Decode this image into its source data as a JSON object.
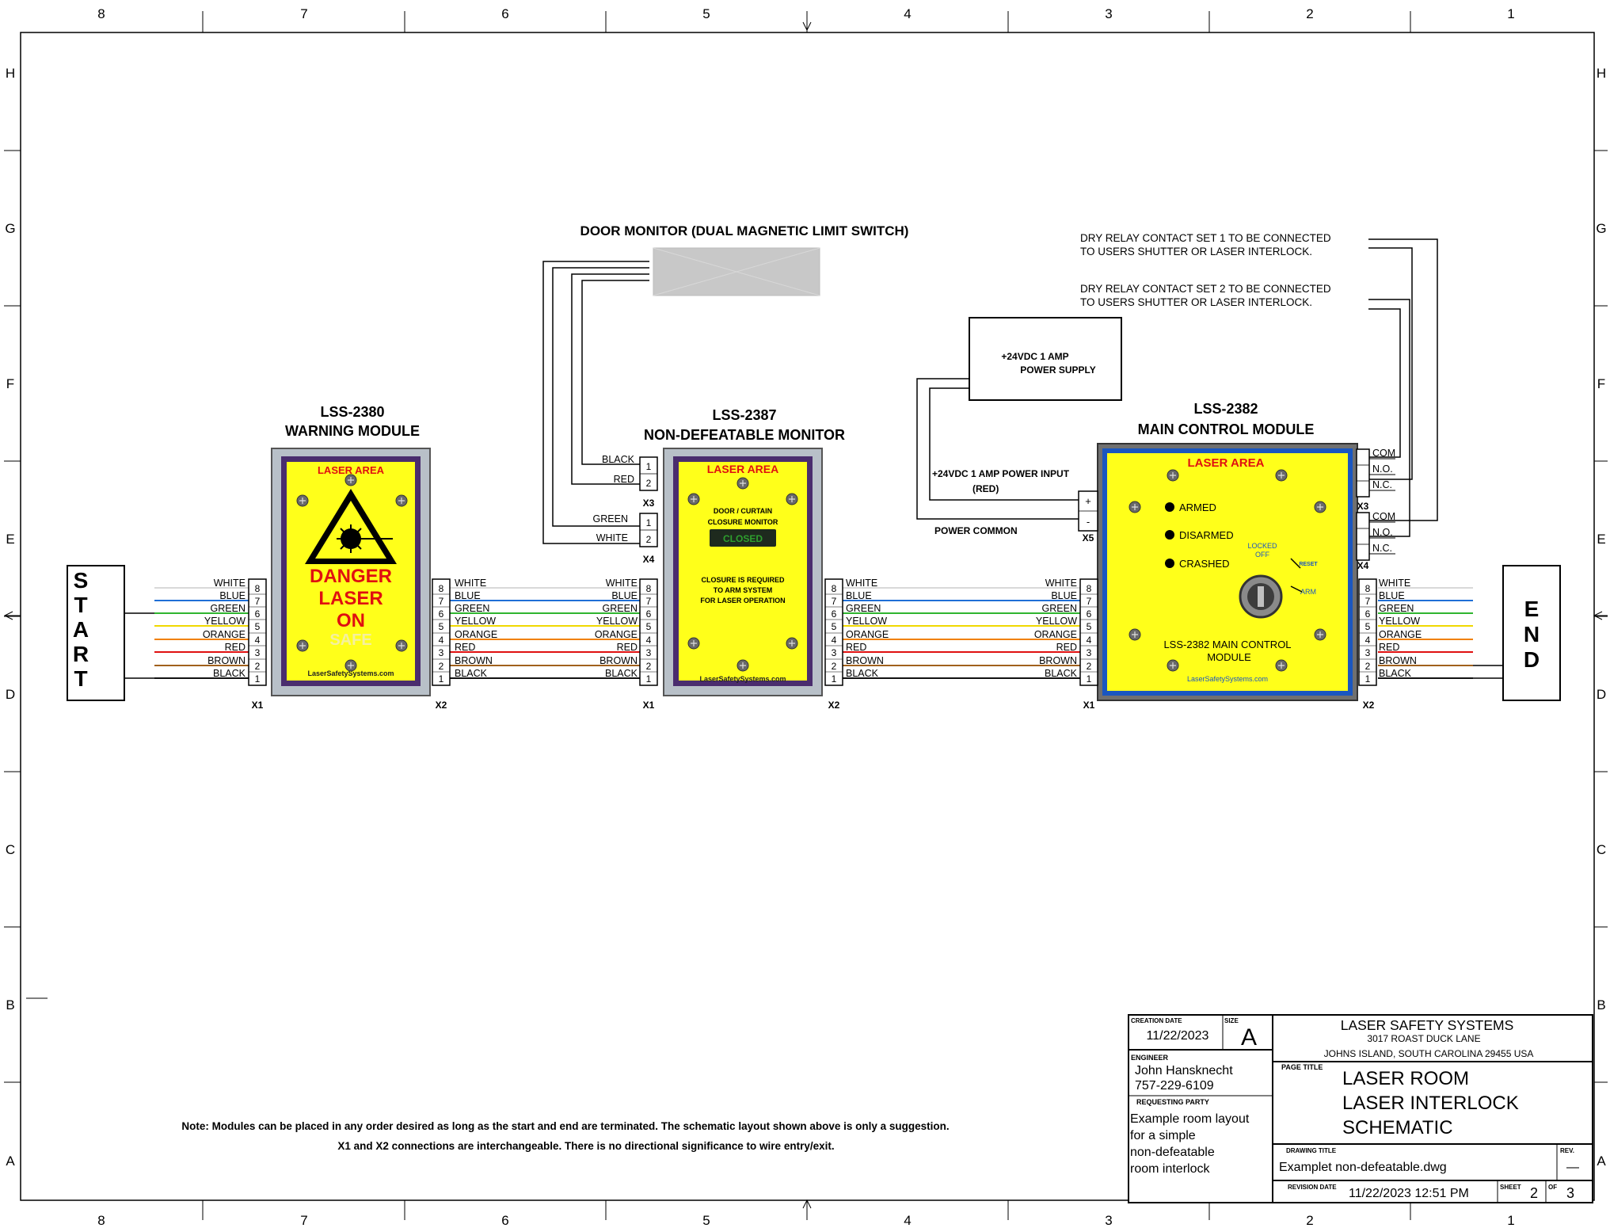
{
  "border": {
    "columns": [
      "8",
      "7",
      "6",
      "5",
      "4",
      "3",
      "2",
      "1"
    ],
    "rows": [
      "H",
      "G",
      "F",
      "E",
      "D",
      "C",
      "B",
      "A"
    ]
  },
  "wire_colors": [
    {
      "pin": "8",
      "name": "WHITE",
      "hex": "#d9d9d9"
    },
    {
      "pin": "7",
      "name": "BLUE",
      "hex": "#1f6fd6"
    },
    {
      "pin": "6",
      "name": "GREEN",
      "hex": "#2fb52f"
    },
    {
      "pin": "5",
      "name": "YELLOW",
      "hex": "#f0d800"
    },
    {
      "pin": "4",
      "name": "ORANGE",
      "hex": "#f08000"
    },
    {
      "pin": "3",
      "name": "RED",
      "hex": "#e01010"
    },
    {
      "pin": "2",
      "name": "BROWN",
      "hex": "#a0601c"
    },
    {
      "pin": "1",
      "name": "BLACK",
      "hex": "#111111"
    }
  ],
  "start_label": [
    "S",
    "T",
    "A",
    "R",
    "T"
  ],
  "end_label": [
    "E",
    "N",
    "D"
  ],
  "connectors": {
    "x1": "X1",
    "x2": "X2",
    "x3": "X3",
    "x4": "X4",
    "x5": "X5"
  },
  "warning_module": {
    "title": "LSS-2380",
    "subtitle": "WARNING MODULE",
    "header": "LASER AREA",
    "danger": [
      "DANGER",
      "LASER",
      "ON"
    ],
    "safe": "SAFE",
    "website": "LaserSafetySystems.com"
  },
  "monitor_module": {
    "title": "LSS-2387",
    "subtitle": "NON-DEFEATABLE MONITOR",
    "header": "LASER AREA",
    "line1": "DOOR / CURTAIN",
    "line2": "CLOSURE MONITOR",
    "status": "CLOSED",
    "req1": "CLOSURE IS REQUIRED",
    "req2": "TO ARM SYSTEM",
    "req3": "FOR LASER OPERATION",
    "website": "LaserSafetySystems.com"
  },
  "door_monitor": {
    "title": "DOOR MONITOR (DUAL MAGNETIC LIMIT SWITCH)",
    "x3_wires": [
      "BLACK",
      "RED"
    ],
    "x4_wires": [
      "GREEN",
      "WHITE"
    ],
    "pins": [
      "1",
      "2"
    ]
  },
  "main_module": {
    "title": "LSS-2382",
    "subtitle": "MAIN  CONTROL MODULE",
    "header": "LASER AREA",
    "armed": "ARMED",
    "disarmed": "DISARMED",
    "crashed": "CRASHED",
    "locked": "LOCKED",
    "off": "OFF",
    "reset": "RESET",
    "arm": "ARM",
    "footer1": "LSS-2382 MAIN CONTROL",
    "footer2": "MODULE",
    "website": "LaserSafetySystems.com"
  },
  "power": {
    "supply1": "+24VDC 1 AMP",
    "supply2": "POWER SUPPLY",
    "input1": "+24VDC 1 AMP POWER INPUT",
    "input2": "(RED)",
    "common": "POWER COMMON",
    "plus": "+",
    "minus": "-"
  },
  "relays": {
    "set1_line1": "DRY RELAY CONTACT SET 1 TO BE CONNECTED",
    "set1_line2": "TO USERS SHUTTER OR LASER INTERLOCK.",
    "set2_line1": "DRY RELAY CONTACT SET 2 TO BE CONNECTED",
    "set2_line2": "TO USERS SHUTTER OR LASER INTERLOCK.",
    "com": "COM",
    "no": "N.O.",
    "nc": "N.C."
  },
  "note": {
    "line1": "Note:  Modules can be placed in any order desired as long as the start and end are terminated.  The schematic layout shown above is only a suggestion.",
    "line2": "X1 and X2 connections are interchangeable.  There is no directional significance to wire entry/exit."
  },
  "title_block": {
    "creation_date_label": "CREATION DATE",
    "creation_date": "11/22/2023",
    "size_label": "SIZE",
    "size": "A",
    "engineer_label": "ENGINEER",
    "engineer": "John  Hansknecht",
    "phone": "757-229-6109",
    "requesting_label": "REQUESTING  PARTY",
    "requesting": [
      "Example room layout",
      "for a simple",
      "non-defeatable",
      "room interlock"
    ],
    "company": "LASER SAFETY SYSTEMS",
    "address1": "3017 ROAST DUCK LANE",
    "address2": "JOHNS ISLAND, SOUTH CAROLINA 29455   USA",
    "page_title_label": "PAGE  TITLE",
    "page_title": [
      "LASER ROOM",
      "LASER INTERLOCK",
      "SCHEMATIC"
    ],
    "drawing_title_label": "DRAWING  TITLE",
    "drawing_title": "Examplet non-defeatable.dwg",
    "rev_label": "REV.",
    "rev": "—",
    "revision_date_label": "REVISION  DATE",
    "revision_date": "11/22/2023 12:51 PM",
    "sheet_label": "SHEET",
    "sheet": "2",
    "of_label": "OF",
    "of": "3"
  }
}
